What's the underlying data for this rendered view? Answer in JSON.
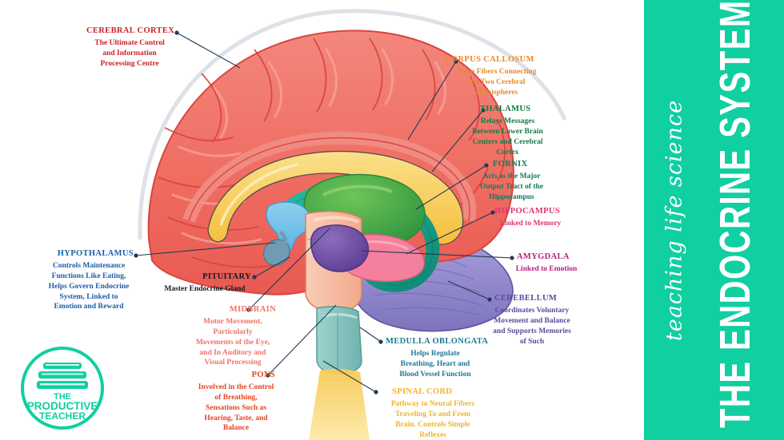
{
  "panel": {
    "background": "#10cfa1",
    "script_text": "teaching life science",
    "title": "THE ENDOCRINE SYSTEM"
  },
  "logo": {
    "name": "the-productive-teacher-logo",
    "line1": "THE",
    "line2": "PRODUCTIVE",
    "line3": "TEACHER",
    "color": "#10cfa1"
  },
  "diagram": {
    "subject": "midsagittal-human-brain",
    "parts": [
      {
        "key": "cerebral_cortex",
        "color": "#ef6a5f"
      },
      {
        "key": "corpus_callosum",
        "color": "#f6c84c"
      },
      {
        "key": "thalamus",
        "color": "#3faa4b"
      },
      {
        "key": "fornix",
        "color": "#17a085"
      },
      {
        "key": "hypothalamus",
        "color": "#6ec0e8"
      },
      {
        "key": "pituitary",
        "color": "#5f8fa8"
      },
      {
        "key": "hippocampus",
        "color": "#f07f9c"
      },
      {
        "key": "amygdala",
        "color": "#7a5aa8"
      },
      {
        "key": "midbrain_pons",
        "color": "#f5b49b"
      },
      {
        "key": "medulla",
        "color": "#7fc2bd"
      },
      {
        "key": "spinal_cord",
        "color": "#f7ca56"
      },
      {
        "key": "cerebellum",
        "color": "#8d86c8"
      }
    ]
  },
  "labels": [
    {
      "id": "cerebral-cortex",
      "title": "CEREBRAL CORTEX",
      "desc": "The Ultimate Control\nand Information\nProcessing  Centre",
      "color": "#cc2127"
    },
    {
      "id": "corpus-callosum",
      "title": "CORPUS CALLOSUM",
      "desc": "Axon Fibers Connecting\nthe Two Cerebral\nHemispheres",
      "color": "#e8892a"
    },
    {
      "id": "thalamus",
      "title": "THALAMUS",
      "desc": "Relays Messages\nBetween Lower Brain\nCenters and Cerebral\nCortex",
      "color": "#157a45"
    },
    {
      "id": "fornix",
      "title": "FORNIX",
      "desc": "Acts as the Major\nOutput Tract of the\nHippocampus",
      "color": "#14795e"
    },
    {
      "id": "hippocampus",
      "title": "HIPPOCAMPUS",
      "desc": "Linked to Memory",
      "color": "#e0356f"
    },
    {
      "id": "amygdala",
      "title": "AMYGDALA",
      "desc": "Linked to Emotion",
      "color": "#b5217f"
    },
    {
      "id": "cerebellum",
      "title": "CEREBELLUM",
      "desc": "Coordinates Voluntary\nMovement and Balance\nand Supports Memories\nof Such",
      "color": "#5a4b9c"
    },
    {
      "id": "hypothalamus",
      "title": "HYPOTHALAMUS",
      "desc": "Controls Maintenance\nFunctions Like Eating,\nHelps Govern Endocrine\nSystem, Linked to\nEmotion and Reward",
      "color": "#1b5fa8"
    },
    {
      "id": "pituitary",
      "title": "PITUITARY",
      "desc": "Master Endocrine Gland",
      "color": "#111927"
    },
    {
      "id": "midbrain",
      "title": "MIDBRAIN",
      "desc": "Motor Movement,\nParticularly\nMovements of the Eye,\nand In Auditory and\nVisual Processing",
      "color": "#f0736b"
    },
    {
      "id": "pons",
      "title": "PONS",
      "desc": "Involved in the Control\nof Breathing,\nSensations Such as\nHearing, Taste, and\nBalance",
      "color": "#e8411f"
    },
    {
      "id": "medulla-oblongata",
      "title": "MEDULLA OBLONGATA",
      "desc": "Helps Regulate\nBreathing, Heart and\nBlood Vessel Function",
      "color": "#1c7a94"
    },
    {
      "id": "spinal-cord",
      "title": "SPINAL CORD",
      "desc": "Pathway to Neural Fibers\nTraveling To and From\nBrain. Controls Simple\nReflexes",
      "color": "#f0b429"
    }
  ]
}
